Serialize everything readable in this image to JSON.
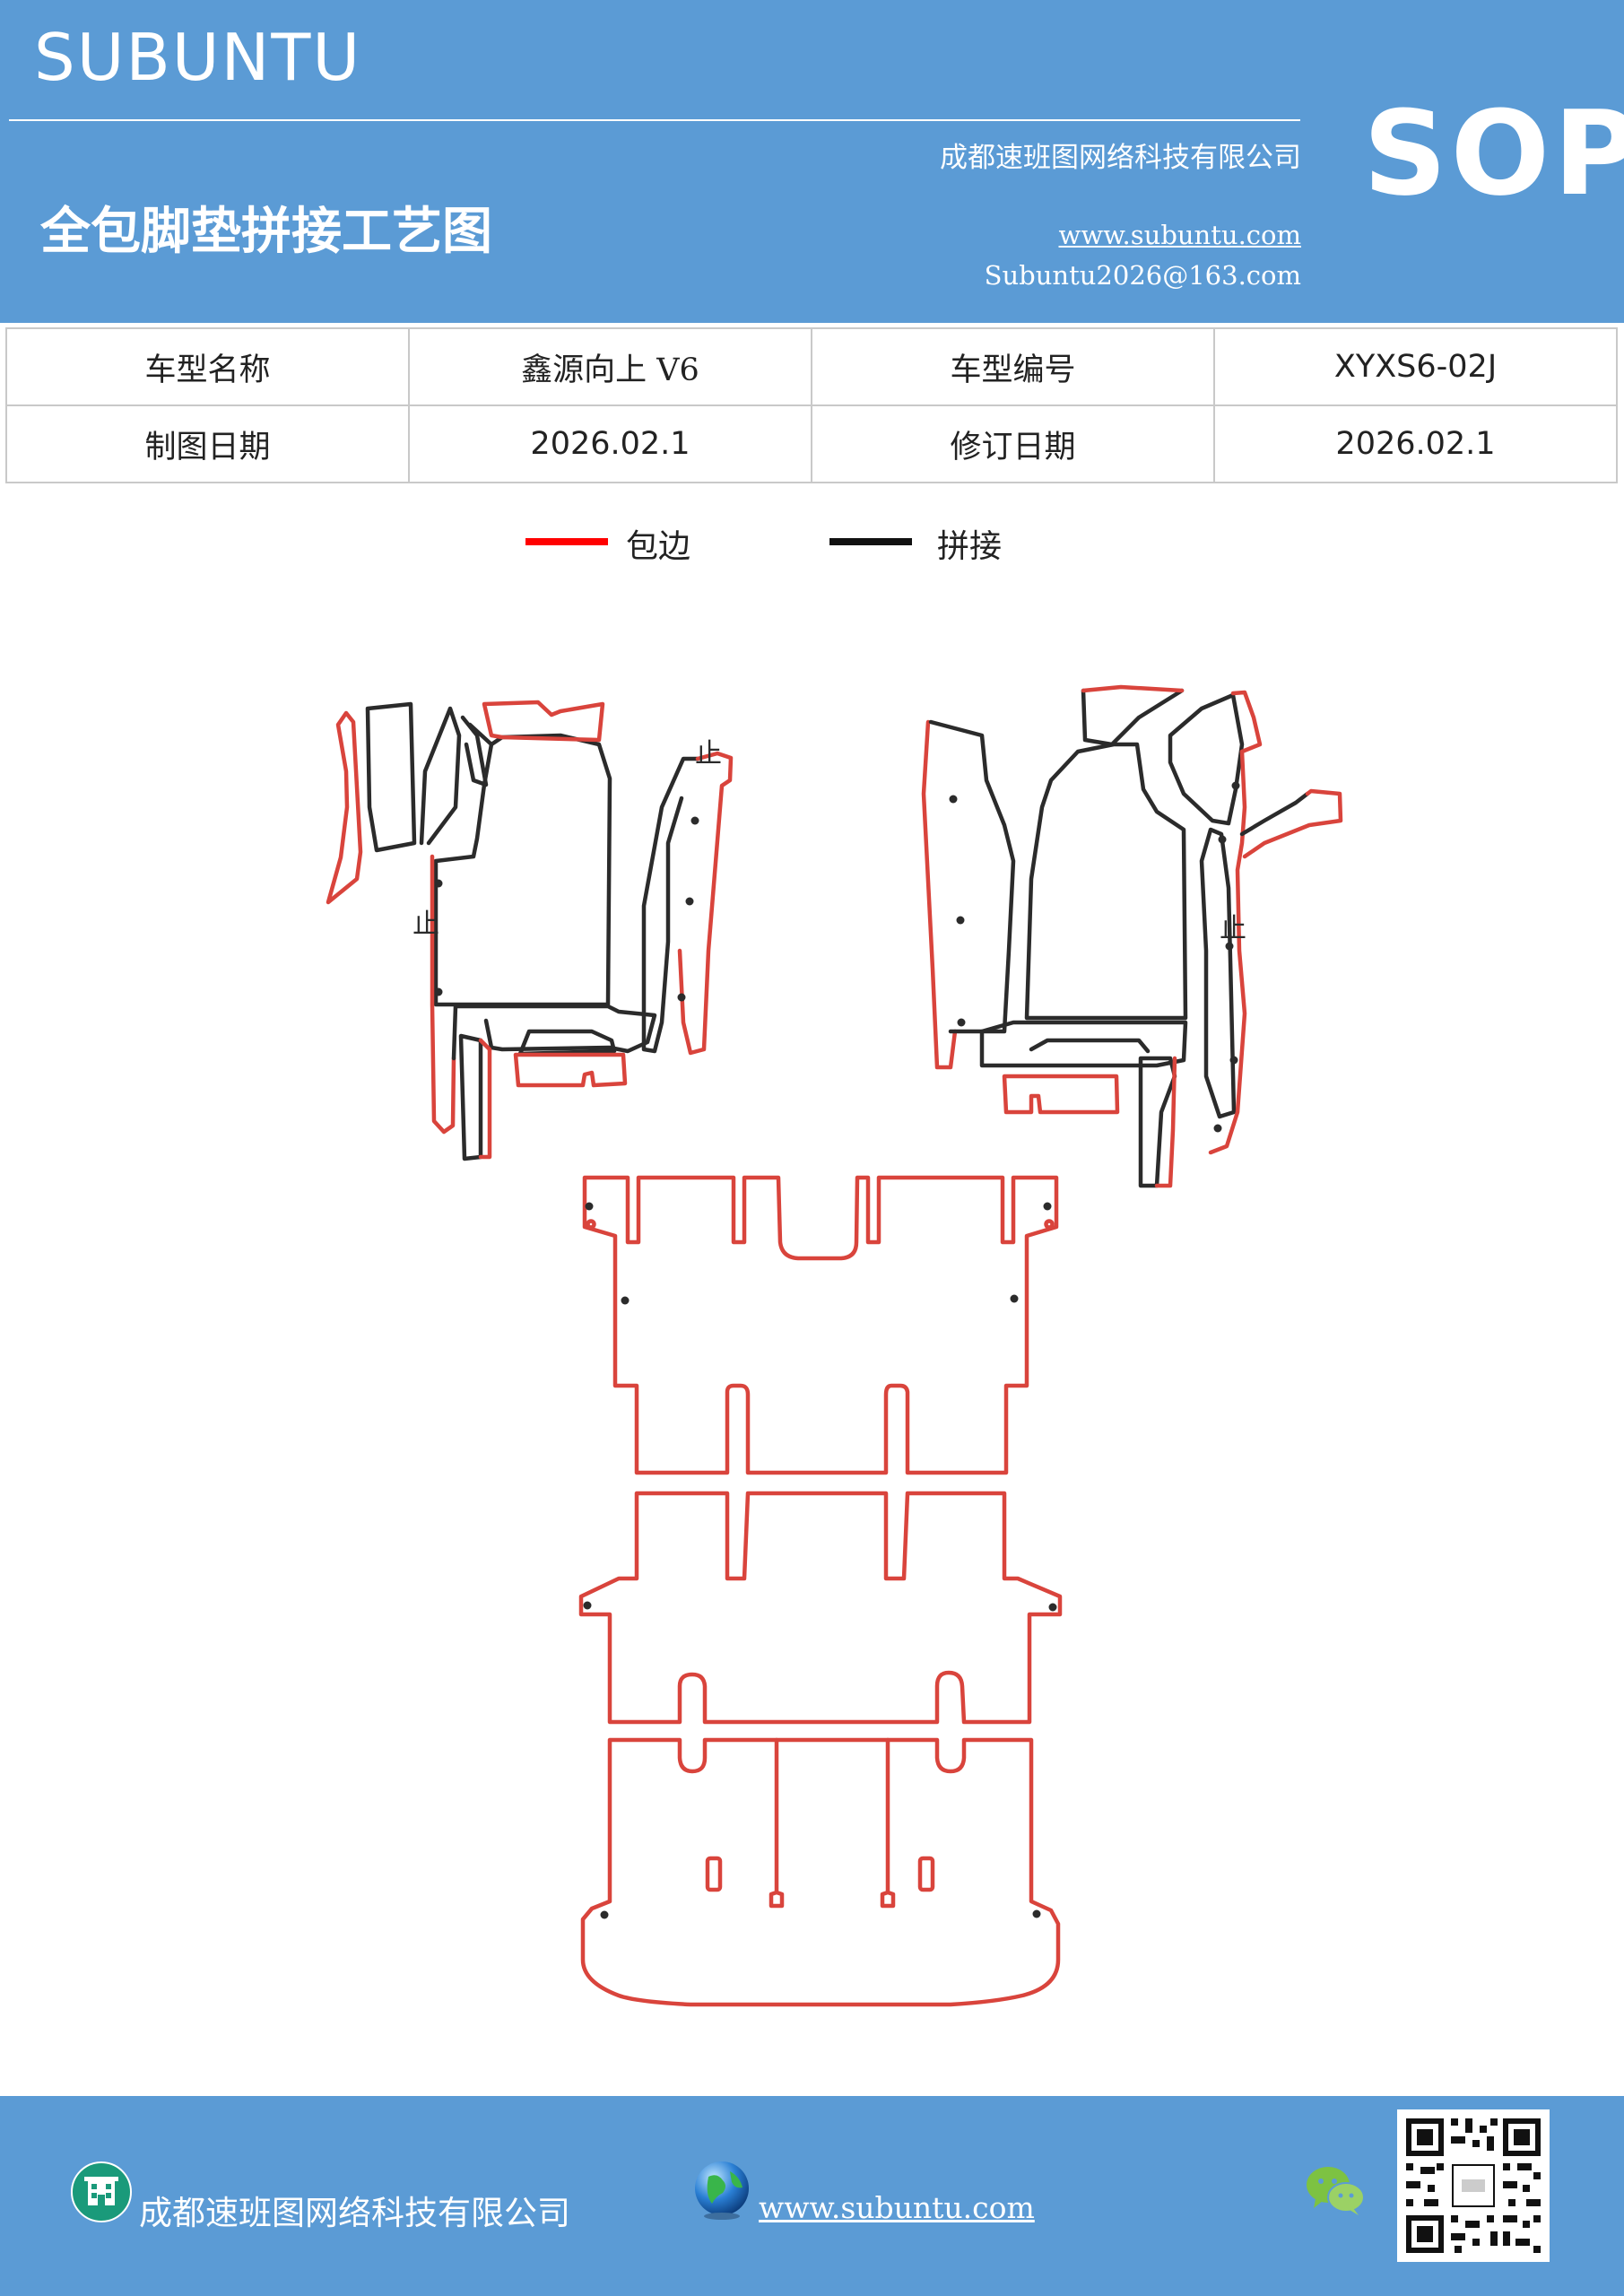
{
  "header": {
    "brand": "SUBUNTU",
    "company": "成都速班图网络科技有限公司",
    "title": "全包脚垫拼接工艺图",
    "website": "www.subuntu.com",
    "email": "Subuntu2026@163.com",
    "badge": "SOP"
  },
  "info_table": {
    "rows": [
      [
        "车型名称",
        "鑫源向上 V6",
        "车型编号",
        "XYXS6-02J"
      ],
      [
        "制图日期",
        "2026.02.1",
        "修订日期",
        "2026.02.1"
      ]
    ]
  },
  "legend": {
    "items": [
      {
        "label": "包边",
        "color": "#ff0000"
      },
      {
        "label": "拼接",
        "color": "#111111"
      }
    ]
  },
  "drawing": {
    "stop_mark": "止",
    "edge_color": "#d9443c",
    "seam_color": "#2b2b2b"
  },
  "footer": {
    "company": "成都速班图网络科技有限公司",
    "website": "www.subuntu.com",
    "icons": [
      "building-icon",
      "globe-icon",
      "wechat-icon",
      "qr-code"
    ]
  }
}
